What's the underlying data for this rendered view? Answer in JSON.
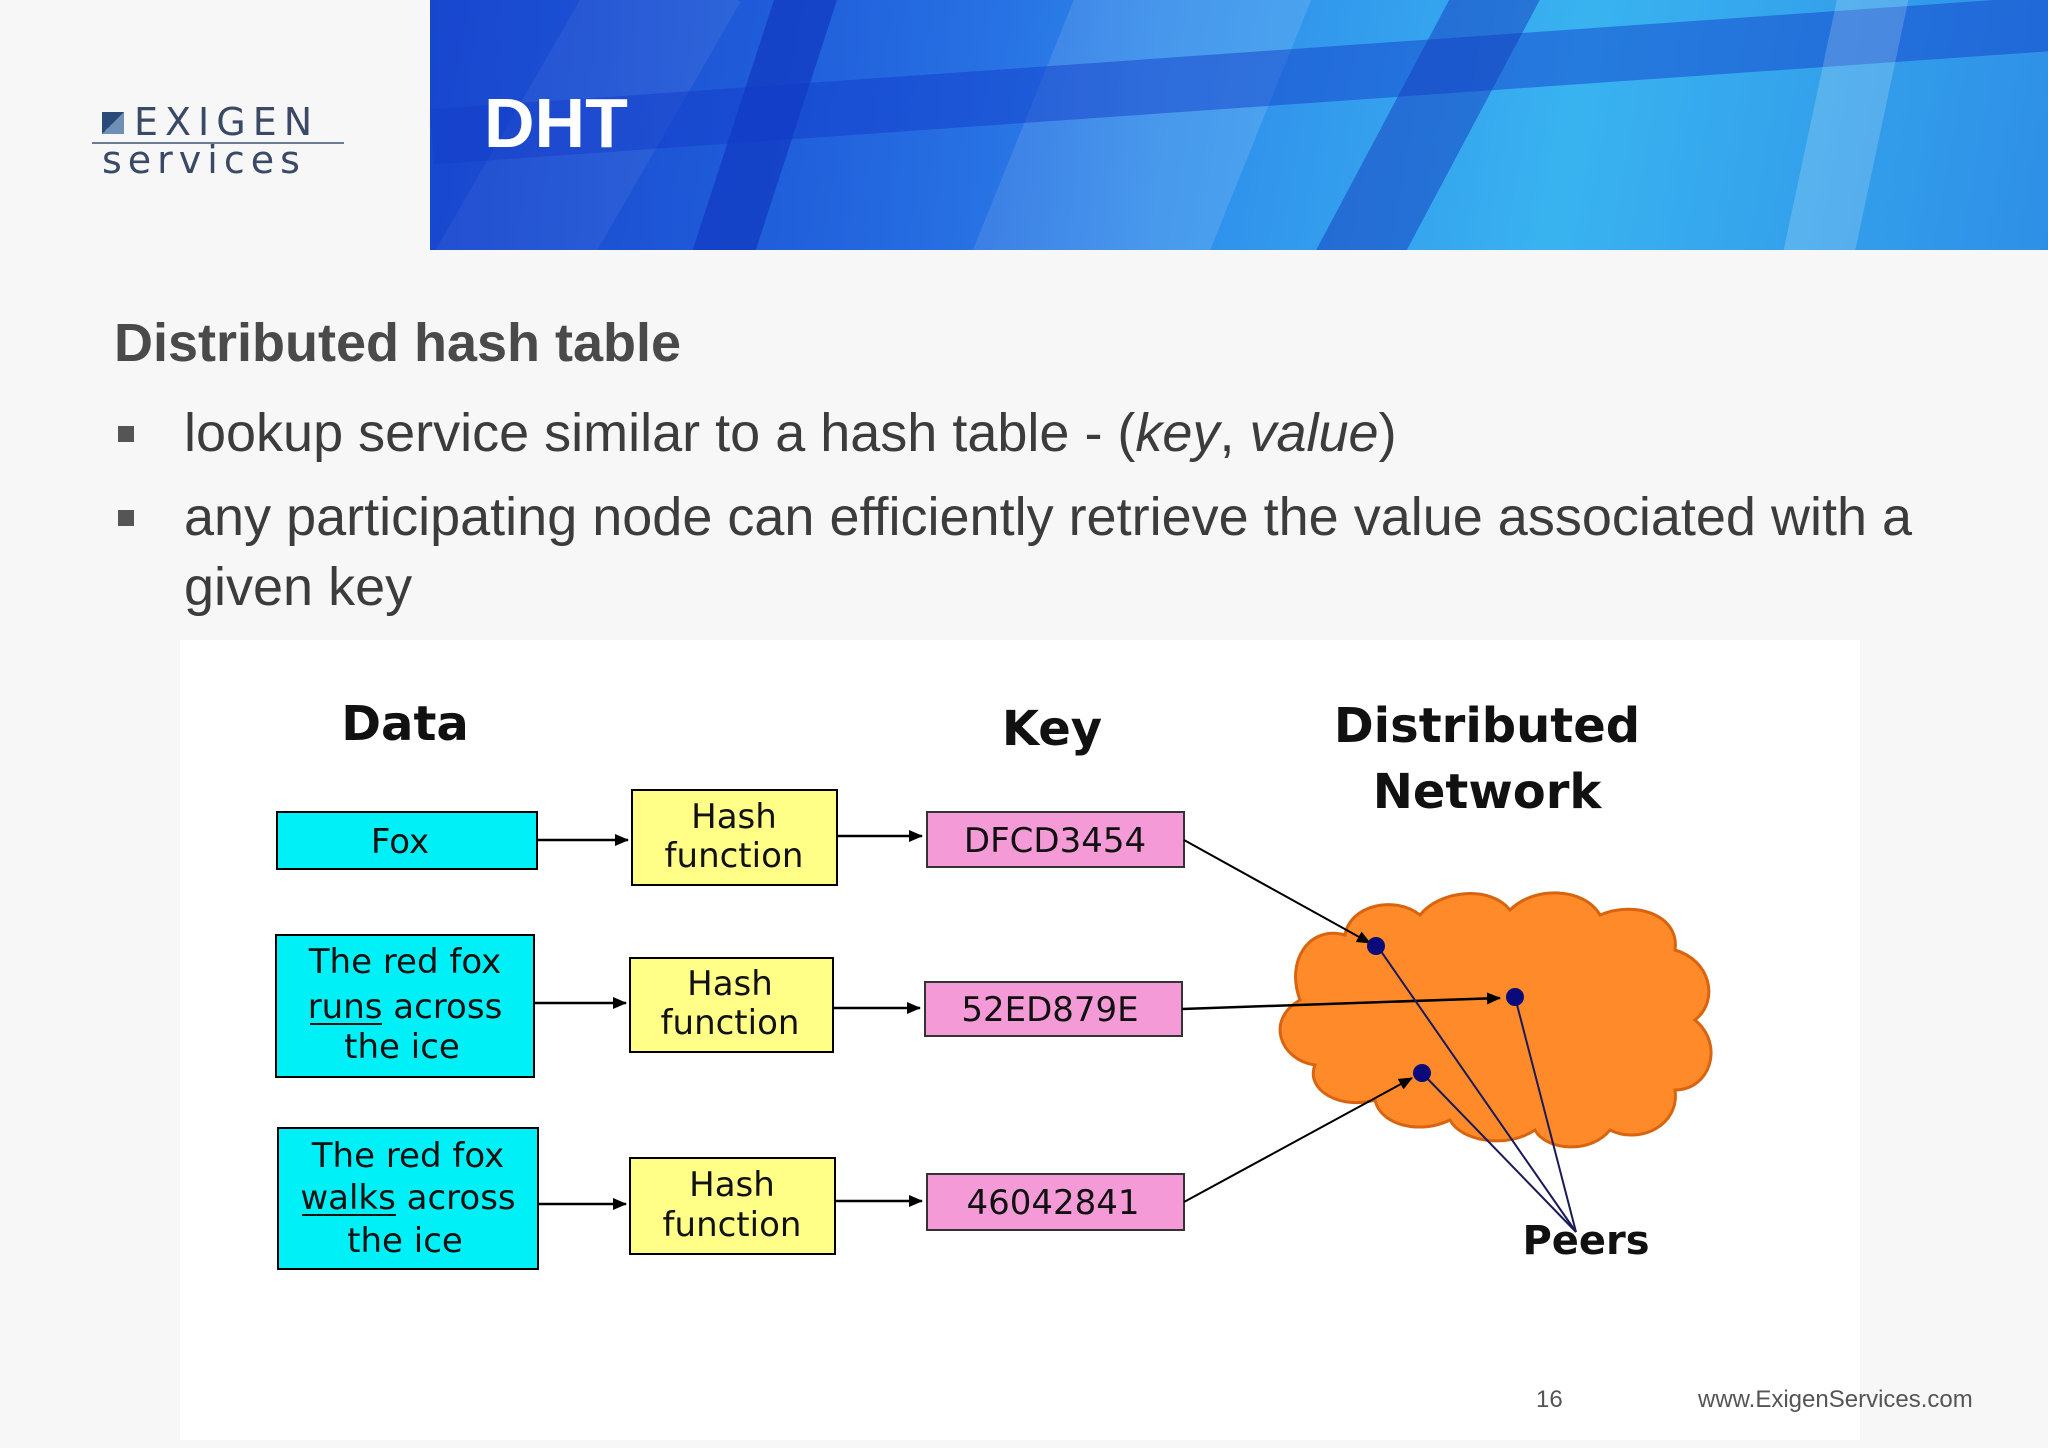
{
  "logo": {
    "line1": "EXIGEN",
    "line2": "services"
  },
  "slide": {
    "title": "DHT"
  },
  "content": {
    "heading": "Distributed hash table",
    "bullet1": {
      "pre": "lookup service similar to a hash table - (",
      "key": "key",
      "sep": ", ",
      "value": "value",
      "post": ")"
    },
    "bullet2": "any participating node can efficiently retrieve the value associated with a given key"
  },
  "diagram": {
    "headers": {
      "data": "Data",
      "key": "Key",
      "network_line1": "Distributed",
      "network_line2": "Network"
    },
    "rows": [
      {
        "data_lines": [
          "Fox"
        ],
        "underline_word": "",
        "hash_lines": [
          "Hash",
          "function"
        ],
        "key": "DFCD3454"
      },
      {
        "data_lines": [
          "The red fox",
          "runs across",
          "the ice"
        ],
        "underline_word": "runs",
        "hash_lines": [
          "Hash",
          "function"
        ],
        "key": "52ED879E"
      },
      {
        "data_lines": [
          "The red fox",
          "walks across",
          "the ice"
        ],
        "underline_word": "walks",
        "hash_lines": [
          "Hash",
          "function"
        ],
        "key": "46042841"
      }
    ],
    "peers_label": "Peers",
    "colors": {
      "data_box": "#00f0f8",
      "hash_box": "#ffff88",
      "key_box": "#f49ad6",
      "cloud": "#ff8a2a",
      "node": "#0a0a7a"
    }
  },
  "footer": {
    "page": "16",
    "url": "www.ExigenServices.com"
  }
}
